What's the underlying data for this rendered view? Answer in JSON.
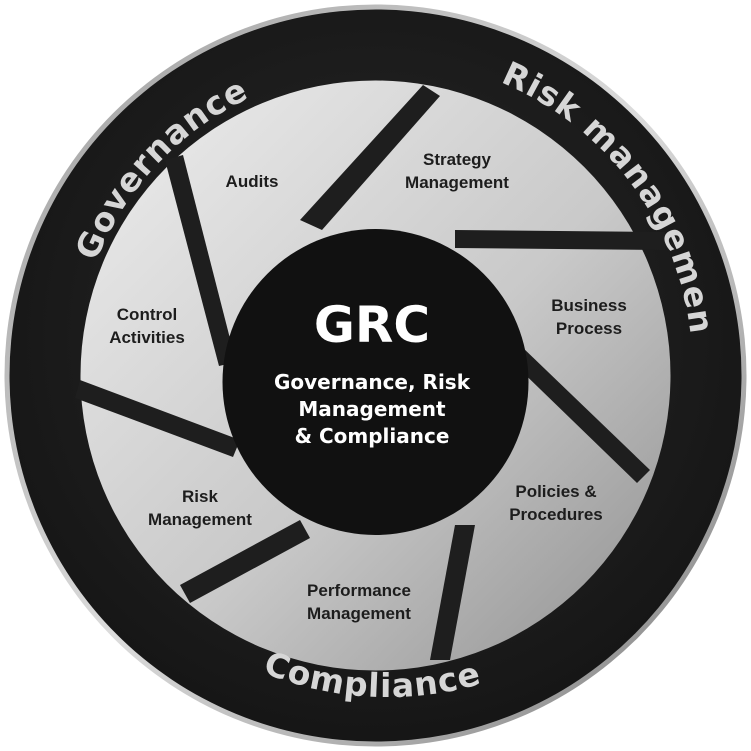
{
  "outer_labels": {
    "top_left": "Governance",
    "top_right": "Risk management",
    "bottom": "Compliance"
  },
  "center": {
    "title": "GRC",
    "subtitle_lines": [
      "Governance, Risk",
      "Management",
      "& Compliance"
    ]
  },
  "segments": [
    {
      "lines": [
        "Audits"
      ]
    },
    {
      "lines": [
        "Strategy",
        "Management"
      ]
    },
    {
      "lines": [
        "Business",
        "Process"
      ]
    },
    {
      "lines": [
        "Policies &",
        "Procedures"
      ]
    },
    {
      "lines": [
        "Performance",
        "Management"
      ]
    },
    {
      "lines": [
        "Risk",
        "Management"
      ]
    },
    {
      "lines": [
        "Control",
        "Activities"
      ]
    }
  ],
  "colors": {
    "ring": "#1e1e1e",
    "segment_light": "#e6e6e6",
    "segment_dark": "#9d9d9d",
    "core": "#111111",
    "label": "#d6d6d6"
  }
}
